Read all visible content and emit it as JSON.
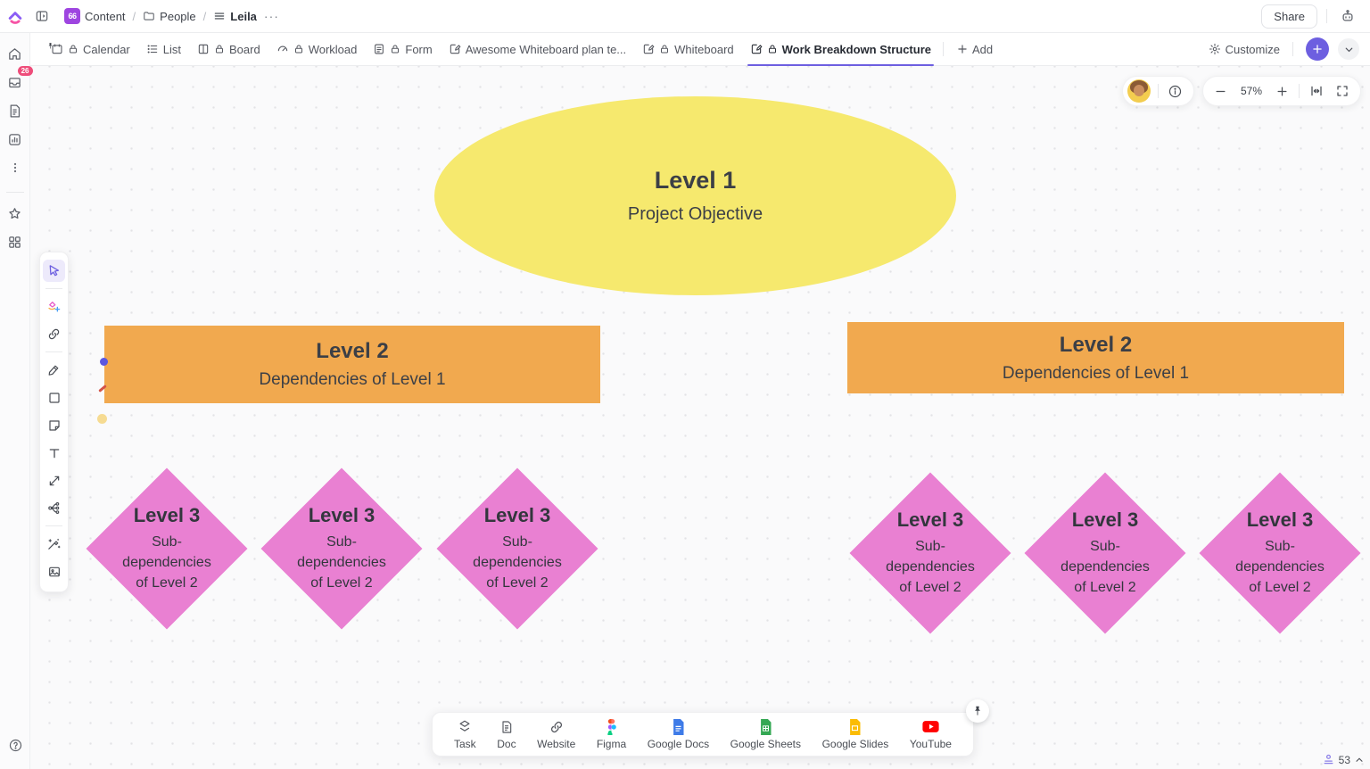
{
  "header": {
    "breadcrumb": {
      "space_badge": "66",
      "space": "Content",
      "separator1": "/",
      "folder": "People",
      "separator2": "/",
      "view": "Leila",
      "more": "···"
    },
    "share": "Share"
  },
  "tabbar": {
    "tabs": [
      {
        "label": "Calendar",
        "icon": "calendar",
        "locked": true,
        "pinned": true,
        "active": false
      },
      {
        "label": "List",
        "icon": "list",
        "locked": false,
        "pinned": false,
        "active": false
      },
      {
        "label": "Board",
        "icon": "board",
        "locked": true,
        "pinned": false,
        "active": false
      },
      {
        "label": "Workload",
        "icon": "workload",
        "locked": true,
        "pinned": false,
        "active": false
      },
      {
        "label": "Form",
        "icon": "form",
        "locked": true,
        "pinned": false,
        "active": false
      },
      {
        "label": "Awesome Whiteboard plan te...",
        "icon": "whiteboard",
        "locked": false,
        "pinned": false,
        "active": false
      },
      {
        "label": "Whiteboard",
        "icon": "whiteboard",
        "locked": true,
        "pinned": false,
        "active": false
      },
      {
        "label": "Work Breakdown Structure",
        "icon": "whiteboard",
        "locked": true,
        "pinned": false,
        "active": true
      }
    ],
    "add": "Add",
    "customize": "Customize"
  },
  "zoom_controls": {
    "level": "57%"
  },
  "sidebar": {
    "inbox_badge": "26"
  },
  "canvas": {
    "colors": {
      "ellipse": "#F6E96E",
      "rect": "#F1A94F",
      "diamond": "#E980D2"
    },
    "ellipse": {
      "title": "Level 1",
      "subtitle": "Project Objective"
    },
    "rects": [
      {
        "title": "Level 2",
        "subtitle": "Dependencies of Level 1"
      },
      {
        "title": "Level 2",
        "subtitle": "Dependencies of Level 1"
      }
    ],
    "diamonds": [
      {
        "title": "Level 3",
        "line1": "Sub-dependencies",
        "line2": "of Level 2"
      },
      {
        "title": "Level 3",
        "line1": "Sub-dependencies",
        "line2": "of Level 2"
      },
      {
        "title": "Level 3",
        "line1": "Sub-dependencies",
        "line2": "of Level 2"
      },
      {
        "title": "Level 3",
        "line1": "Sub-dependencies",
        "line2": "of Level 2"
      },
      {
        "title": "Level 3",
        "line1": "Sub-dependencies",
        "line2": "of Level 2"
      },
      {
        "title": "Level 3",
        "line1": "Sub-dependencies",
        "line2": "of Level 2"
      }
    ]
  },
  "dock": {
    "items": [
      {
        "label": "Task",
        "icon": "task"
      },
      {
        "label": "Doc",
        "icon": "docfile"
      },
      {
        "label": "Website",
        "icon": "website"
      },
      {
        "label": "Figma",
        "icon": "figma"
      },
      {
        "label": "Google Docs",
        "icon": "gdocs"
      },
      {
        "label": "Google Sheets",
        "icon": "gsheets"
      },
      {
        "label": "Google Slides",
        "icon": "gslides"
      },
      {
        "label": "YouTube",
        "icon": "youtube"
      }
    ]
  },
  "statusbar": {
    "online_count": "53"
  }
}
